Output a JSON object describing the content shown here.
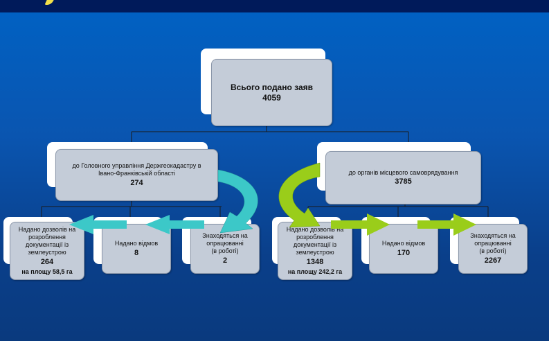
{
  "root": {
    "label": "Всього подано заяв",
    "value": "4059"
  },
  "left": {
    "label": "до Головного управління Держгеокадастру  в Івано-Франківській області",
    "value": "274",
    "children": [
      {
        "label": "Надано дозволів на розроблення документації із землеустрою",
        "value": "264",
        "area": "на площу 58,5 га"
      },
      {
        "label": "Надано відмов",
        "value": "8"
      },
      {
        "label": "Знаходяться на опрацюванні",
        "sub": "(в роботі)",
        "value": "2"
      }
    ]
  },
  "right": {
    "label": "до органів місцевого самоврядування",
    "value": "3785",
    "children": [
      {
        "label": "Надано дозволів на розроблення документації із землеустрою",
        "value": "1348",
        "area": "на площу 242,2 га"
      },
      {
        "label": "Надано відмов",
        "value": "170"
      },
      {
        "label": "Знаходяться на опрацюванні",
        "sub": "(в роботі)",
        "value": "2267"
      }
    ]
  },
  "colors": {
    "teal": "#3cc8c8",
    "green": "#9acd1a"
  }
}
